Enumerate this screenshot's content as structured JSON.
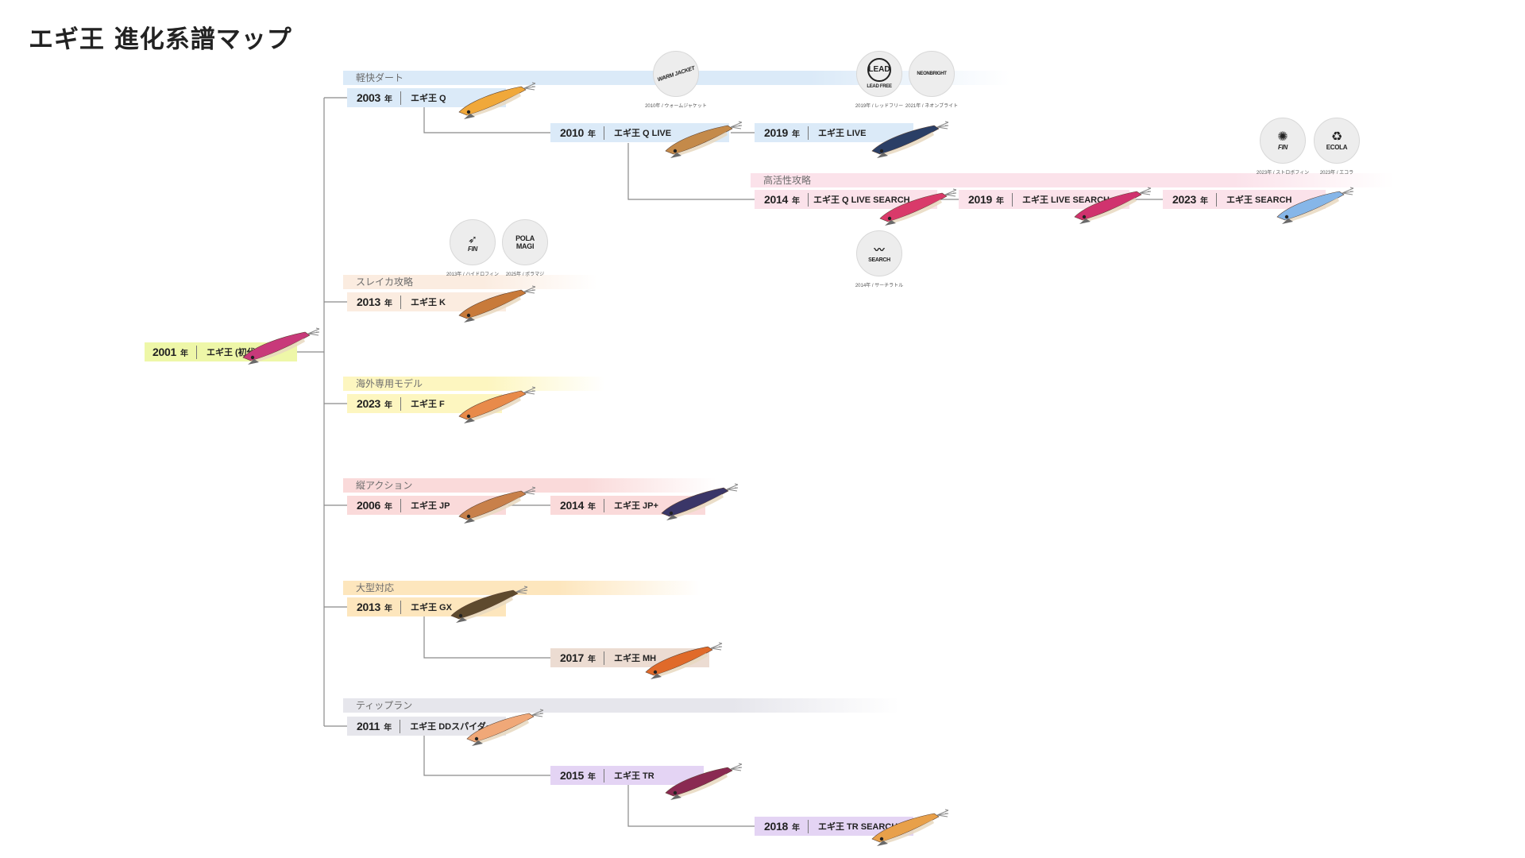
{
  "title": "エギ王 進化系譜マップ",
  "year_suffix": "年",
  "categories": {
    "light_dart": "軽快ダート",
    "high_activity": "高活性攻略",
    "sureika": "スレイカ攻略",
    "overseas": "海外専用モデル",
    "vertical": "縦アクション",
    "large": "大型対応",
    "tip_run": "ティップラン"
  },
  "nodes": {
    "original": {
      "year": "2001",
      "name": "エギ王 (初代)"
    },
    "q": {
      "year": "2003",
      "name": "エギ王 Q"
    },
    "q_live": {
      "year": "2010",
      "name": "エギ王 Q LIVE"
    },
    "live": {
      "year": "2019",
      "name": "エギ王 LIVE"
    },
    "q_live_search": {
      "year": "2014",
      "name": "エギ王 Q LIVE SEARCH"
    },
    "live_search": {
      "year": "2019",
      "name": "エギ王 LIVE SEARCH"
    },
    "search": {
      "year": "2023",
      "name": "エギ王 SEARCH"
    },
    "k": {
      "year": "2013",
      "name": "エギ王 K"
    },
    "f": {
      "year": "2023",
      "name": "エギ王 F"
    },
    "jp": {
      "year": "2006",
      "name": "エギ王 JP"
    },
    "jp_plus": {
      "year": "2014",
      "name": "エギ王 JP+"
    },
    "gx": {
      "year": "2013",
      "name": "エギ王 GX"
    },
    "mh": {
      "year": "2017",
      "name": "エギ王 MH"
    },
    "dd": {
      "year": "2011",
      "name": "エギ王 DDスパイダー"
    },
    "tr": {
      "year": "2015",
      "name": "エギ王 TR"
    },
    "tr_search": {
      "year": "2018",
      "name": "エギ王 TR SEARCH"
    }
  },
  "badges": {
    "warm_jacket": {
      "caption": "2010年 / ウォームジャケット",
      "mark": "WARM JACKET",
      "icon": "warm-jacket-icon"
    },
    "lead_free": {
      "caption": "2019年 / レッドフリー",
      "mark": "LEAD",
      "sub": "LEAD FREE",
      "icon": "lead-free-icon"
    },
    "neon_bright": {
      "caption": "2021年 / ネオンブライト",
      "mark": "NEONBRIGHT",
      "icon": "neon-bright-icon"
    },
    "strobo_fin": {
      "caption": "2023年 / ストロボフィン",
      "mark": "FIN",
      "icon": "strobo-fin-icon"
    },
    "ecola": {
      "caption": "2023年 / エコラ",
      "mark": "ECOLA",
      "icon": "ecola-icon"
    },
    "search_rattle": {
      "caption": "2014年 / サーチラトル",
      "mark": "SEARCH",
      "icon": "search-rattle-icon"
    },
    "hydro_fin": {
      "caption": "2013年 / ハイドロフィン",
      "mark": "FIN",
      "icon": "hydro-fin-icon"
    },
    "pola_magi": {
      "caption": "2025年 / ポラマジ",
      "mark": "POLA MAGI",
      "icon": "pola-magi-icon"
    }
  },
  "colors": {
    "original": "#eef7a8",
    "light_dart": "#dbeaf8",
    "high_activity": "#fbe2ea",
    "sureika": "#fbece0",
    "overseas": "#fdf6c0",
    "vertical": "#fadada",
    "large": "#fde6bd",
    "mh": "#ecdcd2",
    "tip_run": "#e6e6ec",
    "tr": "#e4d4f4",
    "connector": "#8a8a8a"
  },
  "lure_colors": {
    "original": "#c8397a",
    "q": "#f0a83a",
    "q_live": "#c48a4a",
    "live": "#2b3f66",
    "q_live_search": "#d93a6a",
    "live_search": "#d0336e",
    "search": "#86b6e8",
    "k": "#c87a3a",
    "f": "#e88a4a",
    "jp": "#c8804a",
    "jp_plus": "#3a3668",
    "gx": "#5e4a2e",
    "mh": "#e06a2a",
    "dd": "#f0a878",
    "tr": "#8a2a52",
    "tr_search": "#e8a04a"
  }
}
